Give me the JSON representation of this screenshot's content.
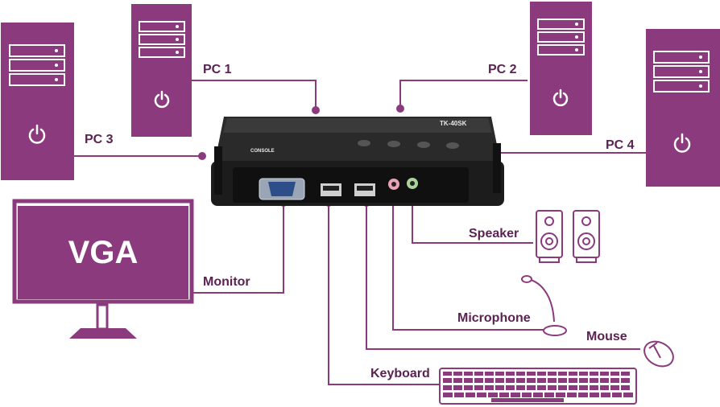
{
  "colors": {
    "accent": "#8b3a7e",
    "line": "#8b3a7e",
    "label": "#5b2352",
    "device": "#1c1c1c"
  },
  "device": {
    "model": "TK-40SK",
    "console_label": "CONSOLE",
    "vga_text": "VGA"
  },
  "labels": {
    "pc1": "PC 1",
    "pc2": "PC 2",
    "pc3": "PC 3",
    "pc4": "PC 4",
    "monitor": "Monitor",
    "speaker": "Speaker",
    "microphone": "Microphone",
    "mouse": "Mouse",
    "keyboard": "Keyboard"
  },
  "icons": {
    "pc": "power-icon",
    "monitor": "monitor-icon",
    "speaker": "speaker-icon",
    "microphone": "microphone-icon",
    "mouse": "mouse-icon",
    "keyboard": "keyboard-icon"
  }
}
